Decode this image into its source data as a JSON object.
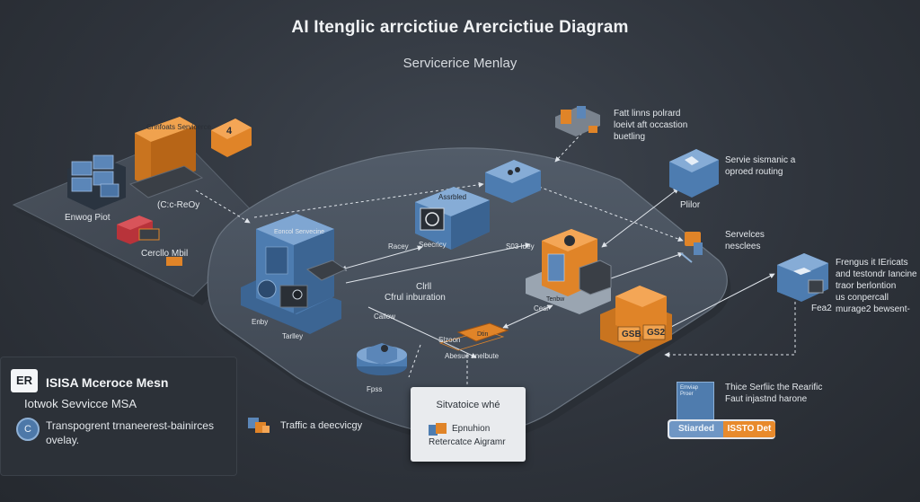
{
  "header": {
    "title": "AI Itenglic arrcictiue Arercictiue Diagram",
    "subtitle": "Servicerice Menlay"
  },
  "left_cluster": {
    "box_top_label": "Cnnfoats Servicerce",
    "box_small_label": "4",
    "label_envoy": "Enwog Piot",
    "label_cfg": "(C:c-ReOy",
    "label_cerdio": "Cercllo Mbil"
  },
  "center_cluster": {
    "tower_label": "Eoncol Senvecine",
    "label_assign": "Assrbled",
    "label_racey": "Racey",
    "label_sec": "Seecricy",
    "label_s03": "S03 Iuey",
    "label_ctrl": "Clrll",
    "label_cfrul": "Cfrul inburation",
    "label_callow": "Callow",
    "label_tarlley": "Tarlley",
    "label_enby": "Enby",
    "label_slzoon": "Slzoon",
    "label_dtin": "Dtin",
    "label_abesue": "Abesue anelbute",
    "label_fpss": "Fpss",
    "label_tenbw": "Tenbw",
    "label_cesl": "Cesl",
    "label_badge_b": "GSB",
    "label_badge_s": "GS2"
  },
  "right_notes": {
    "note1": [
      "Fatt linns polrard",
      "loeivt aft occastion",
      "buetling"
    ],
    "note2": [
      "Servie sismanic a",
      "oproed routing"
    ],
    "note2_sub": "Plilor",
    "note3": [
      "Servelces",
      "nesclees"
    ],
    "note4": [
      "Frengus it IEricats",
      "and testondr Iancine",
      "traor berlontion",
      "us conpercall",
      "murage2 bewsent-"
    ],
    "note4_sub": "Fea2"
  },
  "legend": {
    "logo": "ER",
    "title": "ISISA Mceroce Mesn",
    "subtitle": "Iotwok Sevvicce MSA",
    "badge": "C",
    "description": [
      "Transpogrent trnaneerest-bainirces",
      "ovelay."
    ],
    "traffic": "Traffic a deecvicgy"
  },
  "card": {
    "title": "Sitvatoice whé",
    "line1": "Epnuhion",
    "line2": "Retercatce Aigramr"
  },
  "istio": {
    "tower_text": "Emviap Proer",
    "left_badge": "Stiarded",
    "right_badge": "ISSTO Det",
    "caption": [
      "Thice Serfiic the Rearific",
      "Faut injastnd harone"
    ]
  },
  "colors": {
    "background": "#2f343c",
    "platform": "#4a5360",
    "blue": "#5b86b8",
    "orange": "#e88a2c",
    "red": "#c23c3c"
  }
}
